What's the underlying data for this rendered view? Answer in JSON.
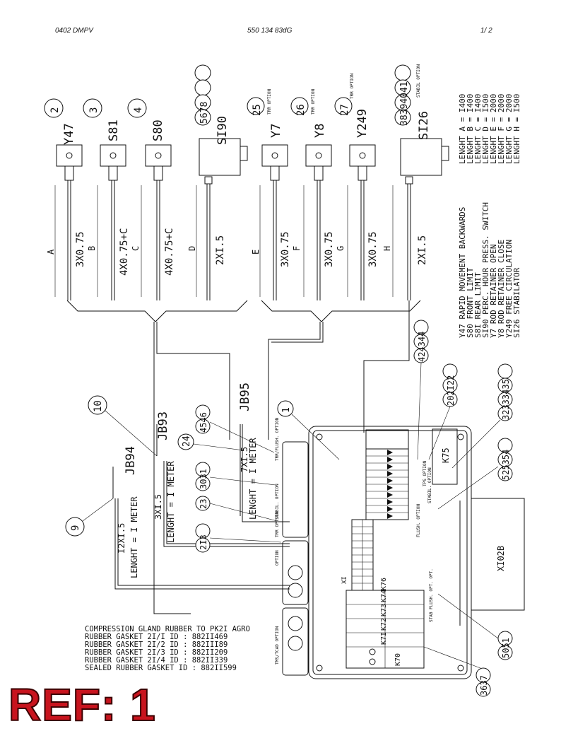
{
  "header": {
    "left": "0402 DMPV",
    "center": "550 134 83dG",
    "right": "1/  2"
  },
  "ref_label": "REF: 1",
  "components": [
    {
      "id": "Y47",
      "balloon": "2",
      "cable": "3X0.75",
      "length_letter": "A",
      "length_value": "B"
    },
    {
      "id": "S81",
      "balloon": "3",
      "cable": "4X0.75+C",
      "length_letter": "C"
    },
    {
      "id": "S80",
      "balloon": "4",
      "cable": "4X0.75+C",
      "length_letter": ""
    },
    {
      "id": "SI90",
      "balloon": "5678",
      "cable": "2XI.5",
      "length_letter": "D"
    },
    {
      "id": "Y7",
      "balloon": "25",
      "option": "TRR OPTION",
      "cable": "3X0.75",
      "length_letter": "E",
      "length_value": "F"
    },
    {
      "id": "Y8",
      "balloon": "26",
      "option": "TRR OPTION",
      "cable": "3X0.75",
      "length_letter": "G"
    },
    {
      "id": "Y249",
      "balloon": "27",
      "option": "TRR OPTION",
      "cable": "3X0.75",
      "length_letter": "H"
    },
    {
      "id": "SI26",
      "balloon": "38394041",
      "option": "STABIL OPTION",
      "cable": "2XI.5"
    }
  ],
  "lengths": [
    "LENGHT A = I400",
    "LENGHT B = I400",
    "LENGHT C = I400",
    "LENGHT D = I500",
    "LENGHT E = 2000",
    "LENGHT F = 2000",
    "LENGHT G = 2000",
    "LENGHT H = I500"
  ],
  "legend": [
    "Y47   RAPID MOVEMENT BACKWARDS",
    "S80   FRONT LIMIT",
    "S8I   REAR LIMIT",
    "SI90  PERC. HOUR PRESS. SWITCH",
    "Y7    ROD RETAINER OPEN",
    "Y8    ROD RETAINER CLOSE",
    "Y249  FREE CIRCULATION",
    "SI26  STABILATOR"
  ],
  "junction_boxes": [
    {
      "id": "JB94",
      "balloon": "9",
      "cable": "I2XI.5",
      "length": "LENGHT = I METER"
    },
    {
      "id": "JB93",
      "balloon": "10",
      "cable": "3XI.5",
      "length": "LENGHT = I METER"
    },
    {
      "id": "JB95",
      "balloon": "",
      "cable": "7XI.5",
      "length": "LENGHT = I METER"
    }
  ],
  "balloons_misc": [
    "1",
    "24",
    "4546",
    "3031",
    "23",
    "2I3",
    "424344",
    "202I22",
    "32333435",
    "525354",
    "5051",
    "3637"
  ],
  "options": {
    "trr_flush": "TRR/FLUSH. OPTION",
    "stabil": "STABIL. OPTION",
    "trr": "TRR OPTION",
    "option": "OPTION",
    "tps": "TPS OPTION",
    "flush": "FLUSH. OPTION",
    "stab_flush": "STAB FLUSH. OPT. OPT.",
    "tms_tcad": "TMS/TCAD OPTION",
    "stabil_k75": "STABIL. OPTION"
  },
  "relays": [
    "K70",
    "K7I",
    "K72",
    "K73",
    "K74",
    "K76"
  ],
  "k75": "K75",
  "x102b": "XI02B",
  "xi": "XI",
  "gasket_notes": [
    "COMPRESSION GLAND RUBBER TO PK2I AGRO",
    "RUBBER GASKET 2I/I ID : 882II469",
    "RUBBER GASKET 2I/2 ID : 882III89",
    "RUBBER GASKET 2I/3 ID : 882II209",
    "RUBBER GASKET 2I/4 ID : 882II339",
    "SEALED RUBBER GASKET ID : 882II599"
  ]
}
